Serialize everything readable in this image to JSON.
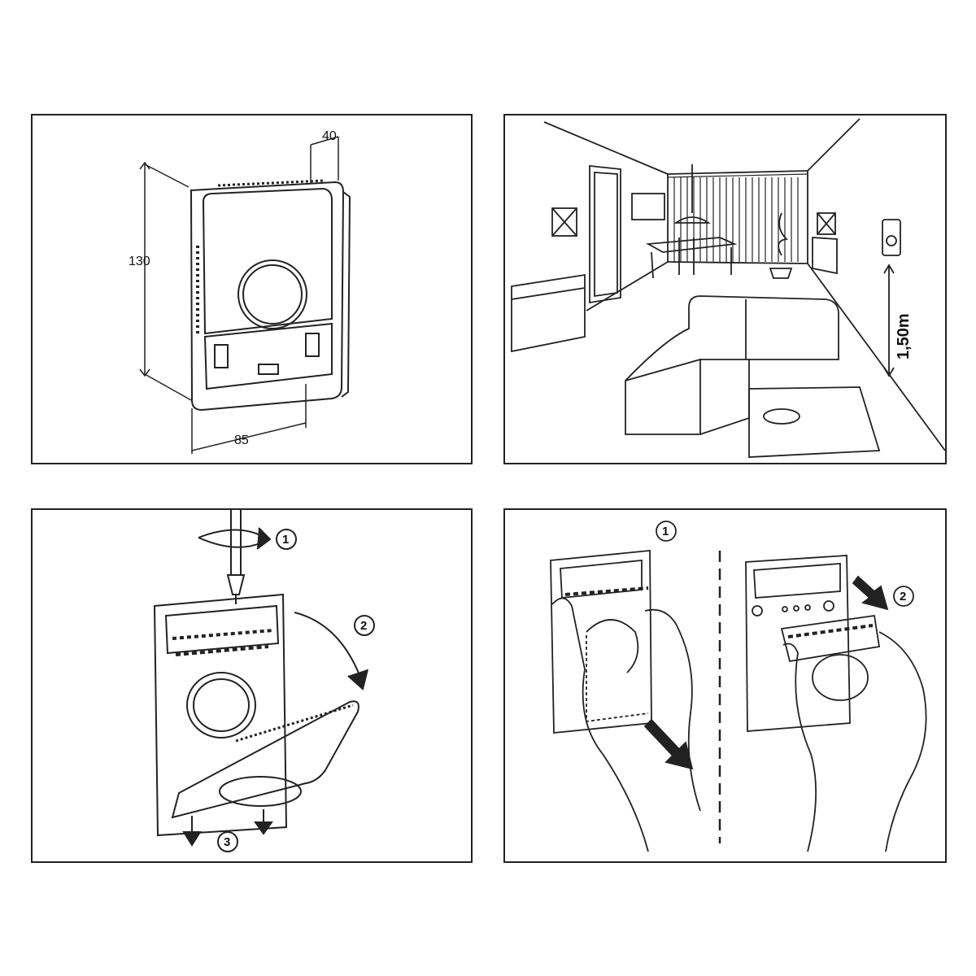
{
  "panels": {
    "dimensions": {
      "width": "85",
      "height": "130",
      "depth": "40"
    },
    "placement": {
      "mount_height": "1,50m"
    },
    "removal": {
      "step1": "1",
      "step2": "2",
      "step3": "3"
    },
    "wiring": {
      "step1": "1",
      "step2": "2"
    }
  },
  "colors": {
    "line": "#222222",
    "background": "#ffffff"
  }
}
